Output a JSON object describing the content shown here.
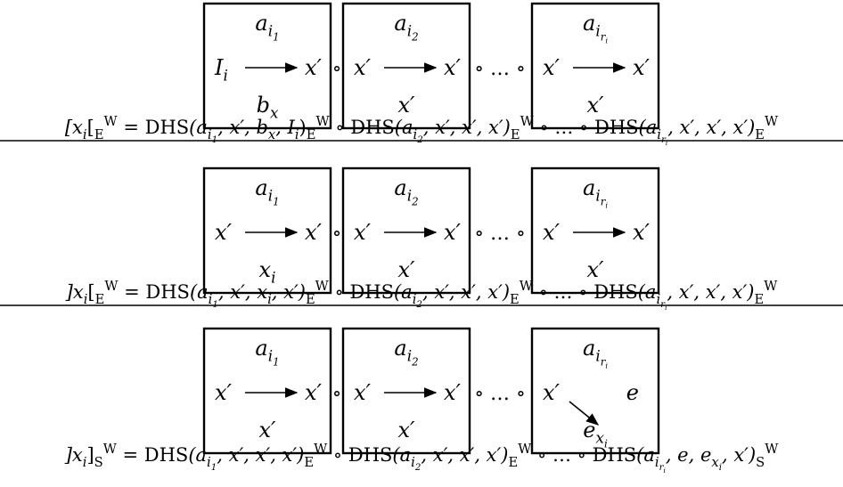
{
  "rows": [
    {
      "boxes": [
        {
          "top": "a_{i_1}",
          "left": "I_i",
          "right": "x′",
          "bottom": "b_x",
          "arrow": "horizontal"
        },
        {
          "top": "a_{i_2}",
          "left": "x′",
          "right": "x′",
          "bottom": "x′",
          "arrow": "horizontal"
        },
        {
          "top": "a_{i_{r_i}}",
          "left": "x′",
          "right": "x′",
          "bottom": "x′",
          "arrow": "horizontal"
        }
      ],
      "formula": "[x_i[_E^W = DHS(a_{i_1}, x′, b_x, I_i)_E^W ∘ DHS(a_{i_2}, x′, x′, x′)_E^W ∘ … ∘ DHS(a_{i_{r_i}}, x′, x′, x′)_E^W"
    },
    {
      "boxes": [
        {
          "top": "a_{i_1}",
          "left": "x′",
          "right": "x′",
          "bottom": "x_i",
          "arrow": "horizontal"
        },
        {
          "top": "a_{i_2}",
          "left": "x′",
          "right": "x′",
          "bottom": "x′",
          "arrow": "horizontal"
        },
        {
          "top": "a_{i_{r_i}}",
          "left": "x′",
          "right": "x′",
          "bottom": "x′",
          "arrow": "horizontal"
        }
      ],
      "formula": "]x_i[_E^W = DHS(a_{i_1}, x′, x_i, x′)_E^W ∘ DHS(a_{i_2}, x′, x′, x′)_E^W ∘ … ∘ DHS(a_{i_{r_i}}, x′, x′, x′)_E^W"
    },
    {
      "boxes": [
        {
          "top": "a_{i_1}",
          "left": "x′",
          "right": "x′",
          "bottom": "x′",
          "arrow": "horizontal"
        },
        {
          "top": "a_{i_2}",
          "left": "x′",
          "right": "x′",
          "bottom": "x′",
          "arrow": "horizontal"
        },
        {
          "top": "a_{i_{r_i}}",
          "left": "x′",
          "right": "e",
          "bottom": "e_{x_i}",
          "arrow": "diagonal"
        }
      ],
      "formula": "]x_i]_S^W = DHS(a_{i_1}, x′, x′, x′)_E^W ∘ DHS(a_{i_2}, x′, x′, x′)_E^W ∘ … ∘ DHS(a_{i_{r_i}}, e, e_{x_i}, x′)_S^W"
    }
  ],
  "operators": {
    "compose": "∘",
    "compose_ellipsis": "∘ … ∘"
  }
}
